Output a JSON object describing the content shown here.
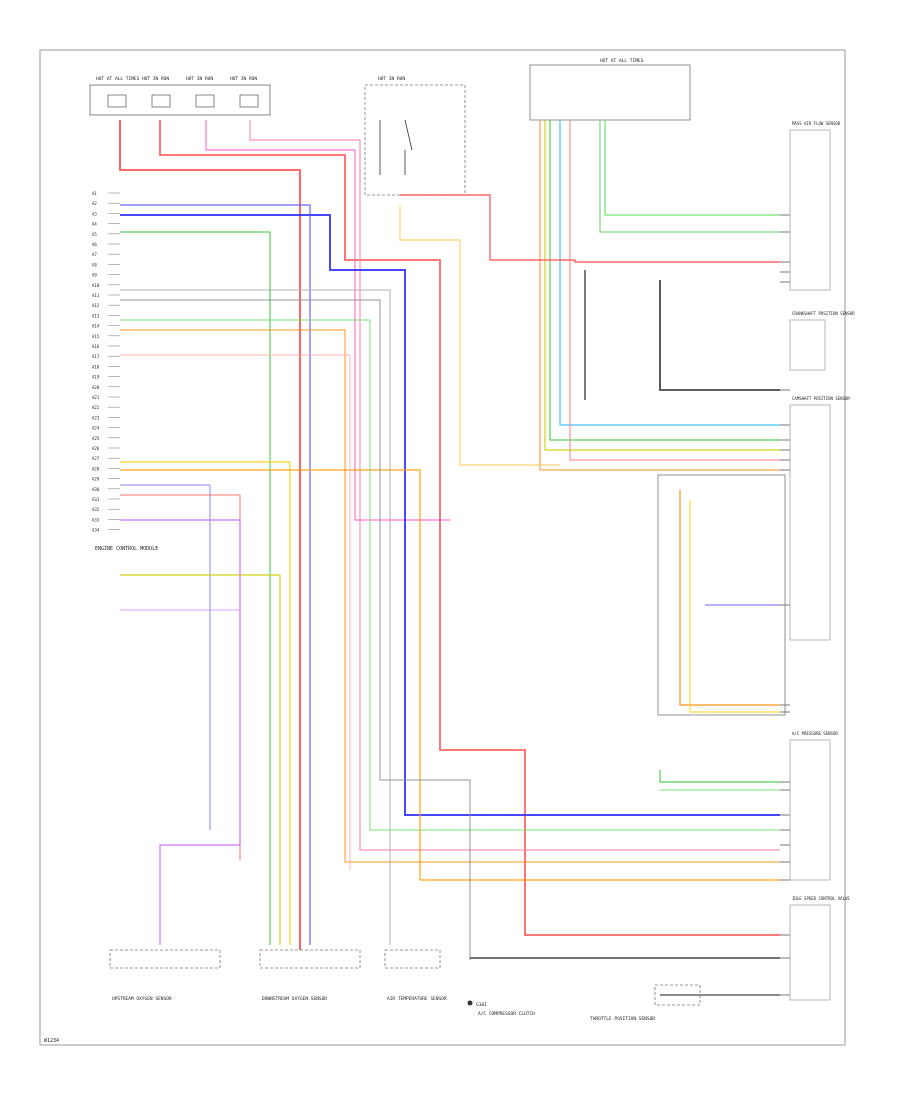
{
  "diagram": {
    "fuse_labels": [
      "HOT AT ALL TIMES",
      "HOT IN RUN",
      "HOT IN RUN",
      "HOT IN RUN"
    ],
    "relay_label": "HOT IN RUN",
    "top_right_label": "HOT AT ALL TIMES",
    "module_label": "ENGINE CONTROL MODULE",
    "pin_labels": [
      "A1",
      "A2",
      "A3",
      "A4",
      "A5",
      "A6",
      "A7",
      "A8",
      "A9",
      "A10",
      "A11",
      "A12",
      "A13",
      "A14",
      "A15",
      "A16",
      "A17",
      "A18",
      "A19",
      "A20",
      "A21",
      "A22",
      "A23",
      "A24",
      "A25",
      "A26",
      "A27",
      "A28",
      "A29",
      "A30",
      "A31",
      "A32",
      "A33",
      "A34"
    ],
    "bottom_components": [
      "UPSTREAM OXYGEN SENSOR",
      "DOWNSTREAM OXYGEN SENSOR",
      "AIR TEMPERATURE SENSOR",
      "A/C COMPRESSOR CLUTCH",
      "THROTTLE POSITION SENSOR"
    ],
    "right_components": [
      "MASS AIR FLOW SENSOR",
      "CRANKSHAFT POSITION SENSOR",
      "CAMSHAFT POSITION SENSOR",
      "A/C PRESSURE SENSOR",
      "IDLE SPEED CONTROL VALVE"
    ],
    "ground_label": "G101",
    "footer_code": "W1234"
  }
}
